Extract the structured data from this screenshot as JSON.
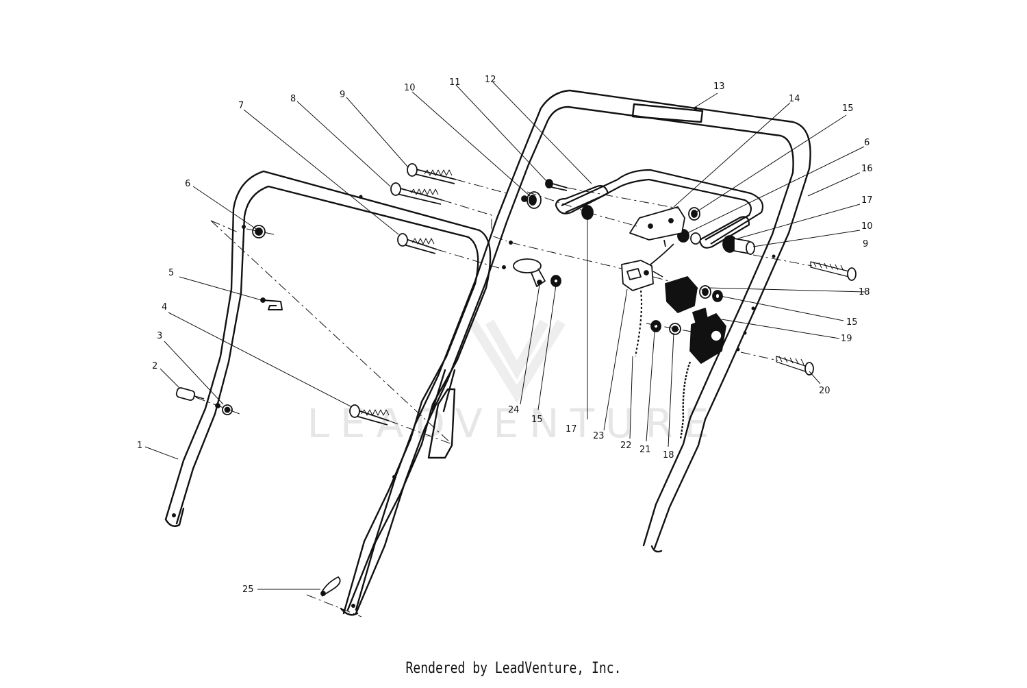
{
  "watermark": "LEADVENTURE",
  "footer": "Rendered by LeadVenture, Inc.",
  "callouts": [
    "1",
    "2",
    "3",
    "4",
    "5",
    "6",
    "7",
    "8",
    "9",
    "10",
    "11",
    "12",
    "13",
    "14",
    "15",
    "6",
    "16",
    "17",
    "10",
    "9",
    "18",
    "15",
    "19",
    "20",
    "24",
    "15",
    "17",
    "23",
    "22",
    "21",
    "18",
    "25"
  ]
}
